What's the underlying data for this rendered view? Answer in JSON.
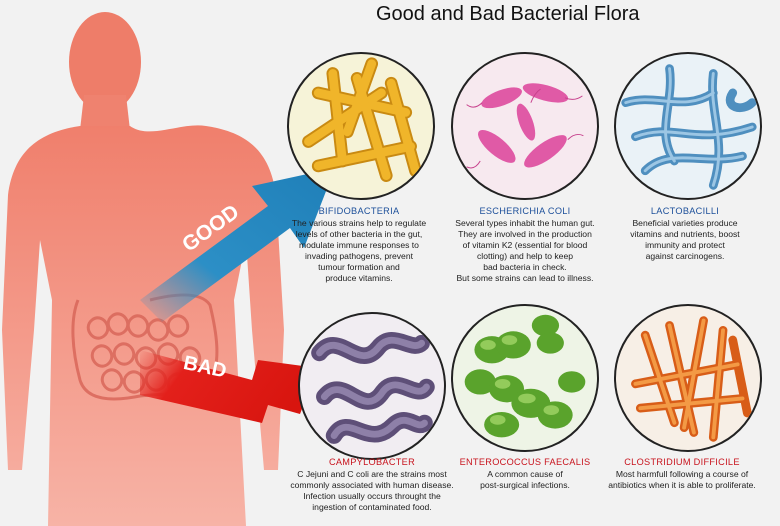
{
  "title": "Good and Bad Bacterial Flora",
  "arrows": {
    "good": "GOOD",
    "bad": "BAD"
  },
  "colors": {
    "body": "#f08a78",
    "good_arrow": "#2c8fc6",
    "bad_arrow": "#e3201b",
    "good_name": "#1c4f9a",
    "bad_name": "#c8141e"
  },
  "bacteria": [
    {
      "name": "BIFIDOBACTERIA",
      "kind": "good",
      "description": "The various strains help to regulate\nlevels of other bacteria in the gut,\nmodulate immune responses to\ninvading pathogens, prevent\ntumour formation and\nproduce vitamins."
    },
    {
      "name": "ESCHERICHIA COLI",
      "kind": "good",
      "description": "Several types inhabit the human gut.\nThey are involved in the production\nof vitamin K2 (essential for blood\nclotting) and help to keep\nbad bacteria in check.\nBut some strains can lead to illness."
    },
    {
      "name": "LACTOBACILLI",
      "kind": "good",
      "description": "Beneficial varieties produce\nvitamins and nutrients, boost\nimmunity and protect\nagainst carcinogens."
    },
    {
      "name": "CAMPYLOBACTER",
      "kind": "bad",
      "description": "C Jejuni and C coli are the strains most\ncommonly associated with human disease.\nInfection usually occurs throught the\ningestion of contaminated food."
    },
    {
      "name": "ENTEROCOCCUS FAECALIS",
      "kind": "bad",
      "description": "A common cause of\npost-surgical infections."
    },
    {
      "name": "CLOSTRIDIUM DIFFICILE",
      "kind": "bad",
      "description": "Most harmfull following a course of\nantibiotics when it is able to proliferate."
    }
  ]
}
